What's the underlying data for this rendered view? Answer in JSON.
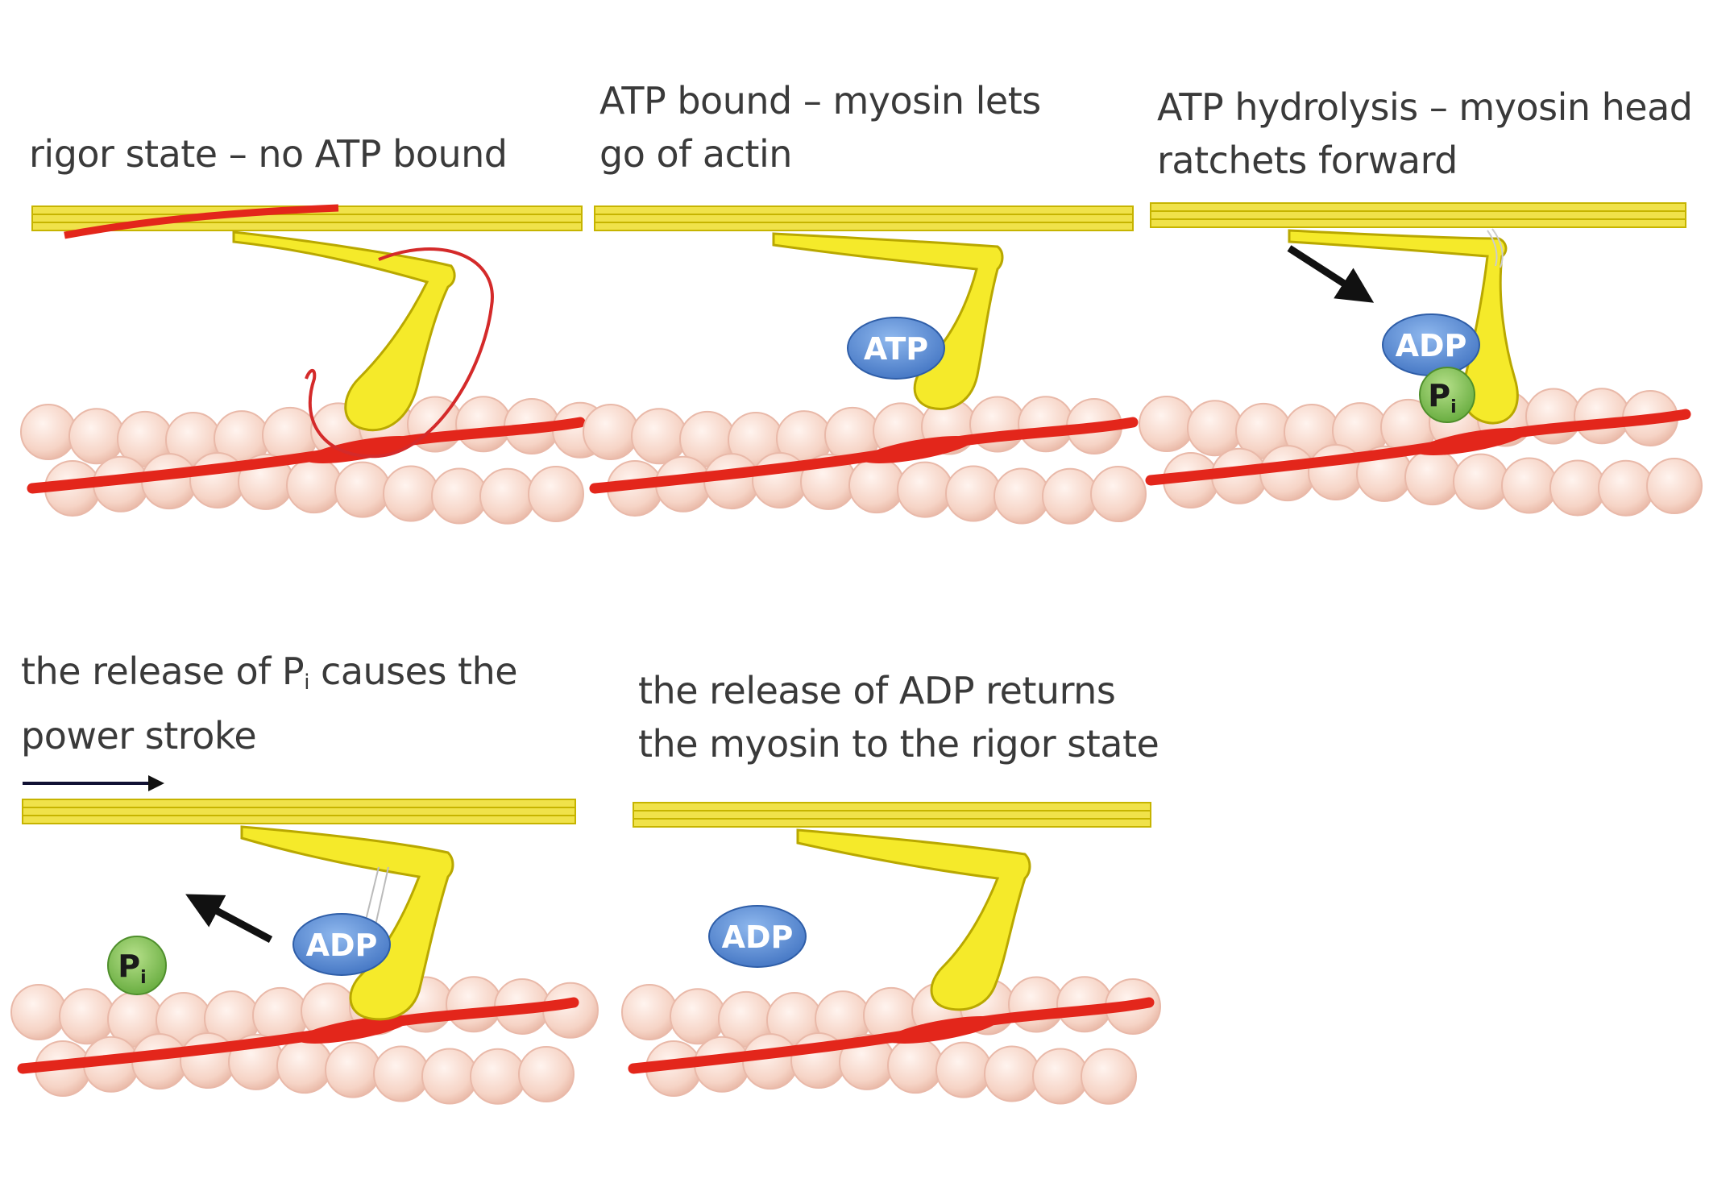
{
  "panels": [
    {
      "id": "p1",
      "caption": [
        "rigor state – no ATP bound"
      ],
      "molecules": []
    },
    {
      "id": "p2",
      "caption": [
        "ATP bound – myosin lets",
        "go of actin"
      ],
      "molecules": [
        "ATP"
      ]
    },
    {
      "id": "p3",
      "caption": [
        "ATP hydrolysis  – myosin head",
        "ratchets forward"
      ],
      "molecules": [
        "ADP",
        "P"
      ]
    },
    {
      "id": "p4",
      "caption": [
        "the release of P",
        "power stroke"
      ],
      "caption_sub": "i",
      "caption_tail": " causes the",
      "molecules": [
        "ADP",
        "P"
      ]
    },
    {
      "id": "p5",
      "caption": [
        "the release of ADP returns",
        "the myosin to the rigor state"
      ],
      "molecules": [
        "ADP"
      ]
    }
  ],
  "labels": {
    "atp": "ATP",
    "adp": "ADP",
    "pi": "P",
    "pi_sub": "i"
  },
  "colors": {
    "myosin": "#f5ea2a",
    "myosin_stroke": "#b9a800",
    "thick_filament": "#f0e24a",
    "actin_bead": "#f8d8cc",
    "actin_bead_stroke": "#e9b9a9",
    "tropomyosin": "#e3261b",
    "atp_badge": "#4f86d6",
    "pi_badge": "#7cc242",
    "annotation": "#d42a2a",
    "arrow": "#111111"
  }
}
